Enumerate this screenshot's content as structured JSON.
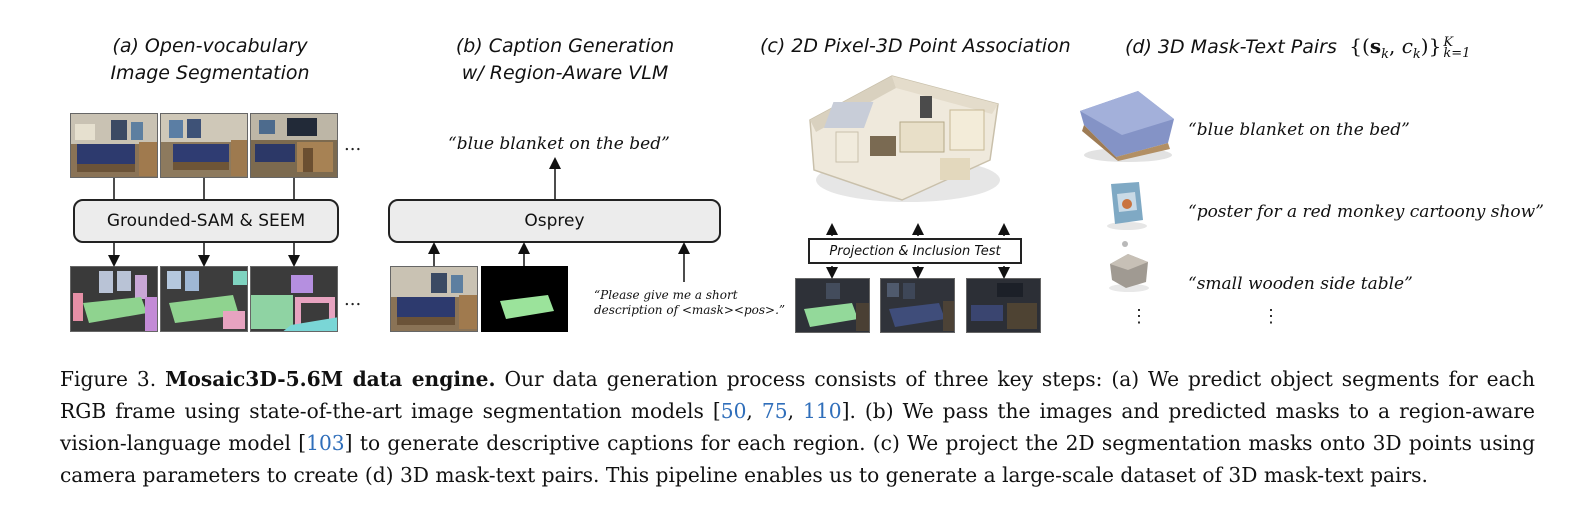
{
  "panels": {
    "a": {
      "title_line1": "(a) Open-vocabulary",
      "title_line2": "Image Segmentation",
      "model_box": "Grounded-SAM & SEEM",
      "ellipsis": "..."
    },
    "b": {
      "title_line1": "(b) Caption Generation",
      "title_line2": "w/ Region-Aware VLM",
      "model_box": "Osprey",
      "output_caption": "“blue blanket on the bed”",
      "prompt_line1": "“Please give me a short",
      "prompt_line2": "description of <mask><pos>.”"
    },
    "c": {
      "title": "(c) 2D Pixel-3D Point Association",
      "proj_box": "Projection & Inclusion Test"
    },
    "d": {
      "title": "(d) 3D Mask-Text Pairs",
      "math": {
        "open": "{(",
        "s": "s",
        "k1": "k",
        "comma": ", ",
        "c": "c",
        "k2": "k",
        "close": ")}",
        "sup": "K",
        "sub": "k=1"
      },
      "pairs": [
        {
          "caption": "“blue blanket on the bed”"
        },
        {
          "caption": "“poster for a red monkey cartoony show”"
        },
        {
          "caption": "“small wooden side table”"
        }
      ],
      "vdots": "⋮"
    }
  },
  "caption": {
    "label": "Figure 3.",
    "bold": "Mosaic3D-5.6M data engine.",
    "text1": " Our data generation process consists of three key steps: (a) We predict object segments for each RGB frame using state-of-the-art image segmentation models [",
    "cite1": "50",
    "sep1": ", ",
    "cite2": "75",
    "sep2": ", ",
    "cite3": "110",
    "text2": "]. (b) We pass the images and predicted masks to a region-aware vision-language model [",
    "cite4": "103",
    "text3": "] to generate descriptive captions for each region. (c) We project the 2D segmentation masks onto 3D points using camera parameters to create (d) 3D mask-text pairs. This pipeline enables us to generate a large-scale dataset of 3D mask-text pairs."
  }
}
